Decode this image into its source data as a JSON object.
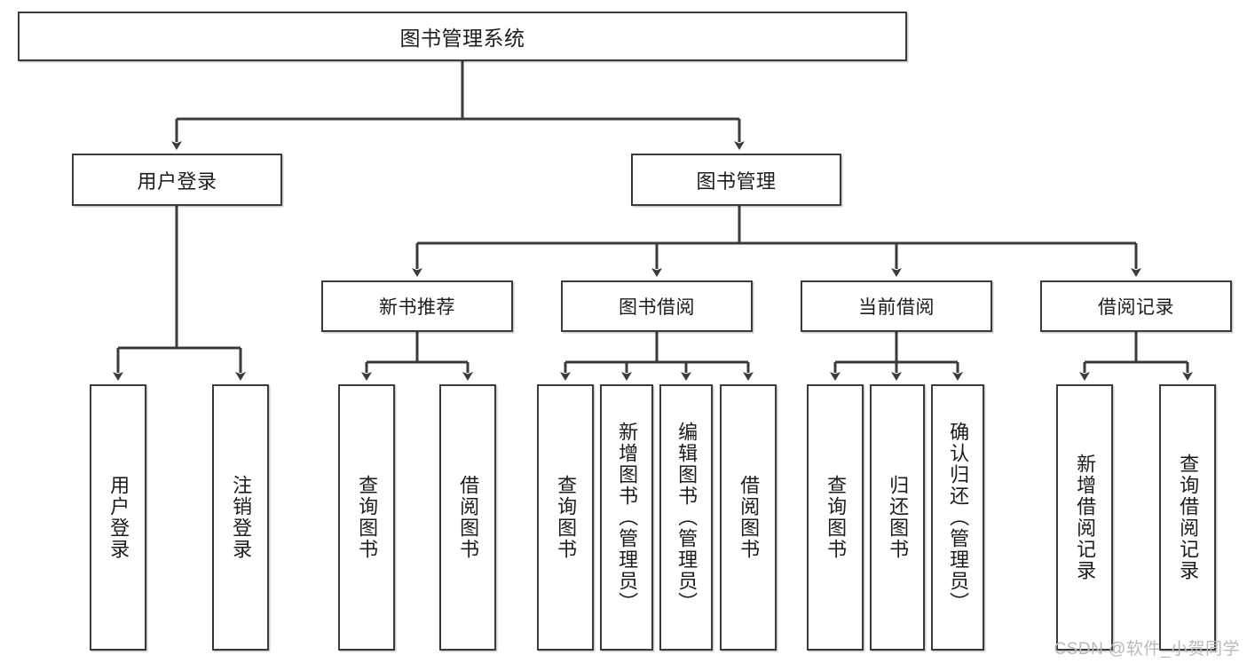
{
  "diagram": {
    "title": "图书管理系统",
    "root": {
      "label": "图书管理系统"
    },
    "level2": [
      {
        "label": "用户登录"
      },
      {
        "label": "图书管理"
      }
    ],
    "level3": [
      {
        "label": "新书推荐"
      },
      {
        "label": "图书借阅"
      },
      {
        "label": "当前借阅"
      },
      {
        "label": "借阅记录"
      }
    ],
    "leaves": [
      {
        "label": "用户登录"
      },
      {
        "label": "注销登录"
      },
      {
        "label": "查询图书"
      },
      {
        "label": "借阅图书"
      },
      {
        "label": "查询图书"
      },
      {
        "label": "新增图书（管理员）"
      },
      {
        "label": "编辑图书（管理员）"
      },
      {
        "label": "借阅图书"
      },
      {
        "label": "查询图书"
      },
      {
        "label": "归还图书"
      },
      {
        "label": "确认归还（管理员）"
      },
      {
        "label": "新增借阅记录"
      },
      {
        "label": "查询借阅记录"
      }
    ]
  },
  "watermark": {
    "text": "CSDN @软件_小贺同学"
  },
  "colors": {
    "stroke": "#3b3b3b",
    "text": "#1c1c1c",
    "background": "#ffffff",
    "watermark": "#b9b9b9"
  }
}
